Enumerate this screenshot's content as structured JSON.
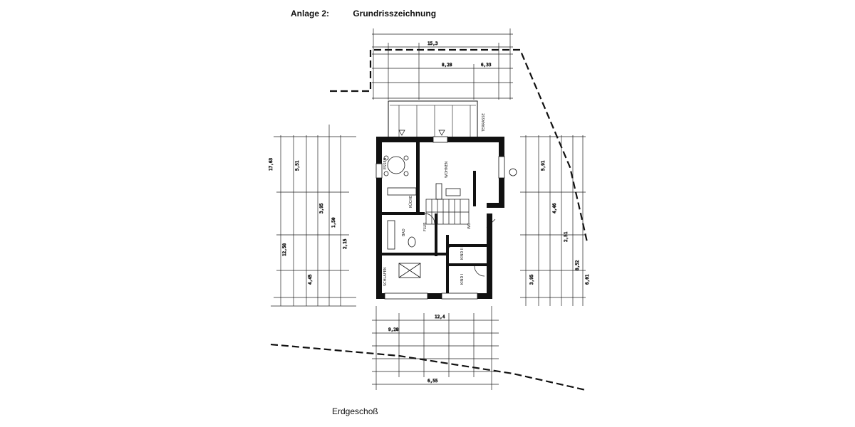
{
  "header": {
    "annex_label": "Anlage 2:",
    "title": "Grundrisszeichnung"
  },
  "footer": {
    "caption": "Erdgeschoß"
  },
  "plan": {
    "rooms": [
      {
        "id": "essen",
        "label": "ESSEN"
      },
      {
        "id": "wohnen",
        "label": "WOHNEN"
      },
      {
        "id": "kueche",
        "label": "KÜCHE"
      },
      {
        "id": "bad",
        "label": "BAD"
      },
      {
        "id": "flur",
        "label": "FLUR"
      },
      {
        "id": "wc",
        "label": "WC"
      },
      {
        "id": "schlafen",
        "label": "SCHLAFEN"
      },
      {
        "id": "kind1",
        "label": "KIND I"
      },
      {
        "id": "kind2",
        "label": "KIND II"
      },
      {
        "id": "terrasse",
        "label": "TERRASSE"
      }
    ],
    "dimensions": {
      "left_outer": "17,63",
      "left_inner": "12,58",
      "left_parts": [
        "5,51",
        "4,45",
        "3,95",
        "1,50",
        "2,15"
      ],
      "right_outer": "8,52",
      "right_parts": [
        "5,91",
        "4,46",
        "3,95",
        "2,51",
        "6,01"
      ],
      "top_parts": [
        "15,3",
        "8,28",
        "6,33"
      ],
      "bottom_parts": [
        "12,4",
        "9,28",
        "6,55"
      ]
    }
  }
}
